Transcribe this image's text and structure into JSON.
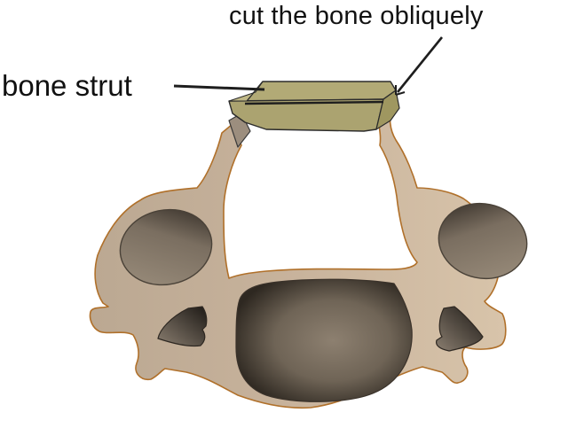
{
  "diagram": {
    "subject": "cervical vertebra axial view with bone strut graft",
    "labels": {
      "cut_obliquely": "cut the bone obliquely",
      "bone_strut": "bone strut"
    },
    "colors": {
      "bone_fill": "#c9b49d",
      "bone_outline": "#b0702a",
      "strut_fill": "#b2aa76",
      "strut_side": "#a49b66",
      "strut_outline": "#2c2c2c",
      "hole_dark": "#2a2520",
      "hole_mid": "#8a7c6c",
      "leader_line": "#1e1e1e",
      "background": "#ffffff"
    }
  }
}
